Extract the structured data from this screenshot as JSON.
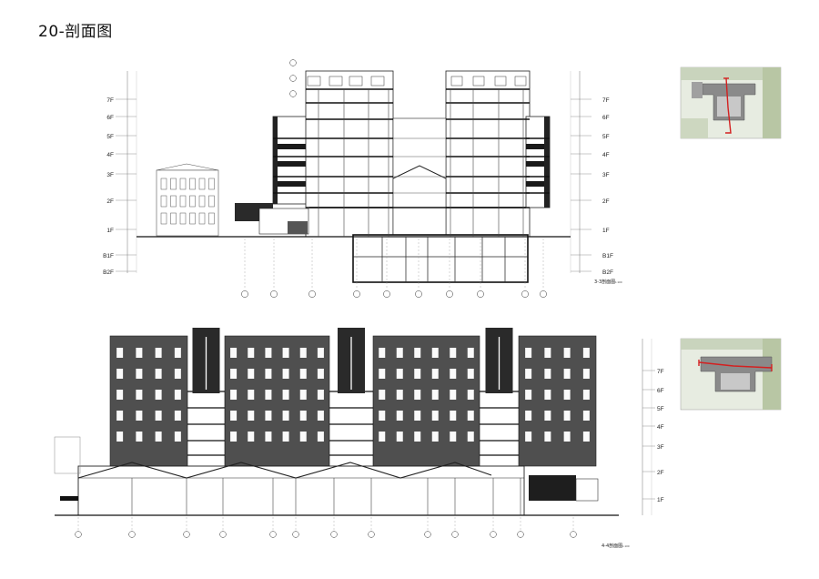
{
  "page": {
    "title": "20-剖面图"
  },
  "section_3": {
    "caption": "3-3剖面图",
    "scale": "1:100",
    "floors_left": [
      "7F",
      "6F",
      "5F",
      "4F",
      "3F",
      "2F",
      "1F",
      "B1F",
      "B2F"
    ],
    "floors_right": [
      "7F",
      "6F",
      "5F",
      "4F",
      "3F",
      "2F",
      "1F",
      "B1F",
      "B2F"
    ]
  },
  "section_4": {
    "caption": "4-4剖面图",
    "scale": "1:100",
    "floors_right": [
      "7F",
      "6F",
      "5F",
      "4F",
      "3F",
      "2F",
      "1F"
    ]
  },
  "colors": {
    "section_cut": "#1a1a1a",
    "facade": "#5a5a5a",
    "red_marker": "#d42020",
    "site_green": "#b8c6a4"
  }
}
